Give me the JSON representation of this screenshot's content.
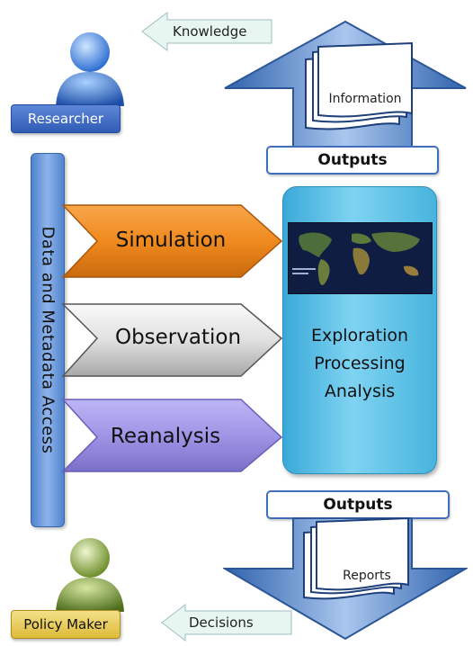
{
  "users": {
    "researcher": {
      "label": "Researcher",
      "icon": "researcher-person-icon"
    },
    "policy_maker": {
      "label": "Policy Maker",
      "icon": "policy-maker-person-icon"
    }
  },
  "flows": {
    "knowledge": "Knowledge",
    "decisions": "Decisions"
  },
  "access_bar": {
    "label": "Data and Metadata Access"
  },
  "sources": [
    {
      "label": "Simulation",
      "color": "#f08a1e"
    },
    {
      "label": "Observation",
      "color": "#d9d9d9"
    },
    {
      "label": "Reanalysis",
      "color": "#9f95e6"
    }
  ],
  "center": {
    "lines": [
      "Exploration",
      "Processing",
      "Analysis"
    ],
    "map_icon": "world-map-image",
    "color": "#5fc3ea"
  },
  "top_output": {
    "arrow_label": "Information",
    "box_label": "Outputs"
  },
  "bottom_output": {
    "arrow_label": "Reports",
    "box_label": "Outputs"
  },
  "colors": {
    "arrow_blue": "#3e74bd",
    "arrow_blue_light": "#a9c6ee",
    "flow_arrow": "#e7f6f1"
  }
}
